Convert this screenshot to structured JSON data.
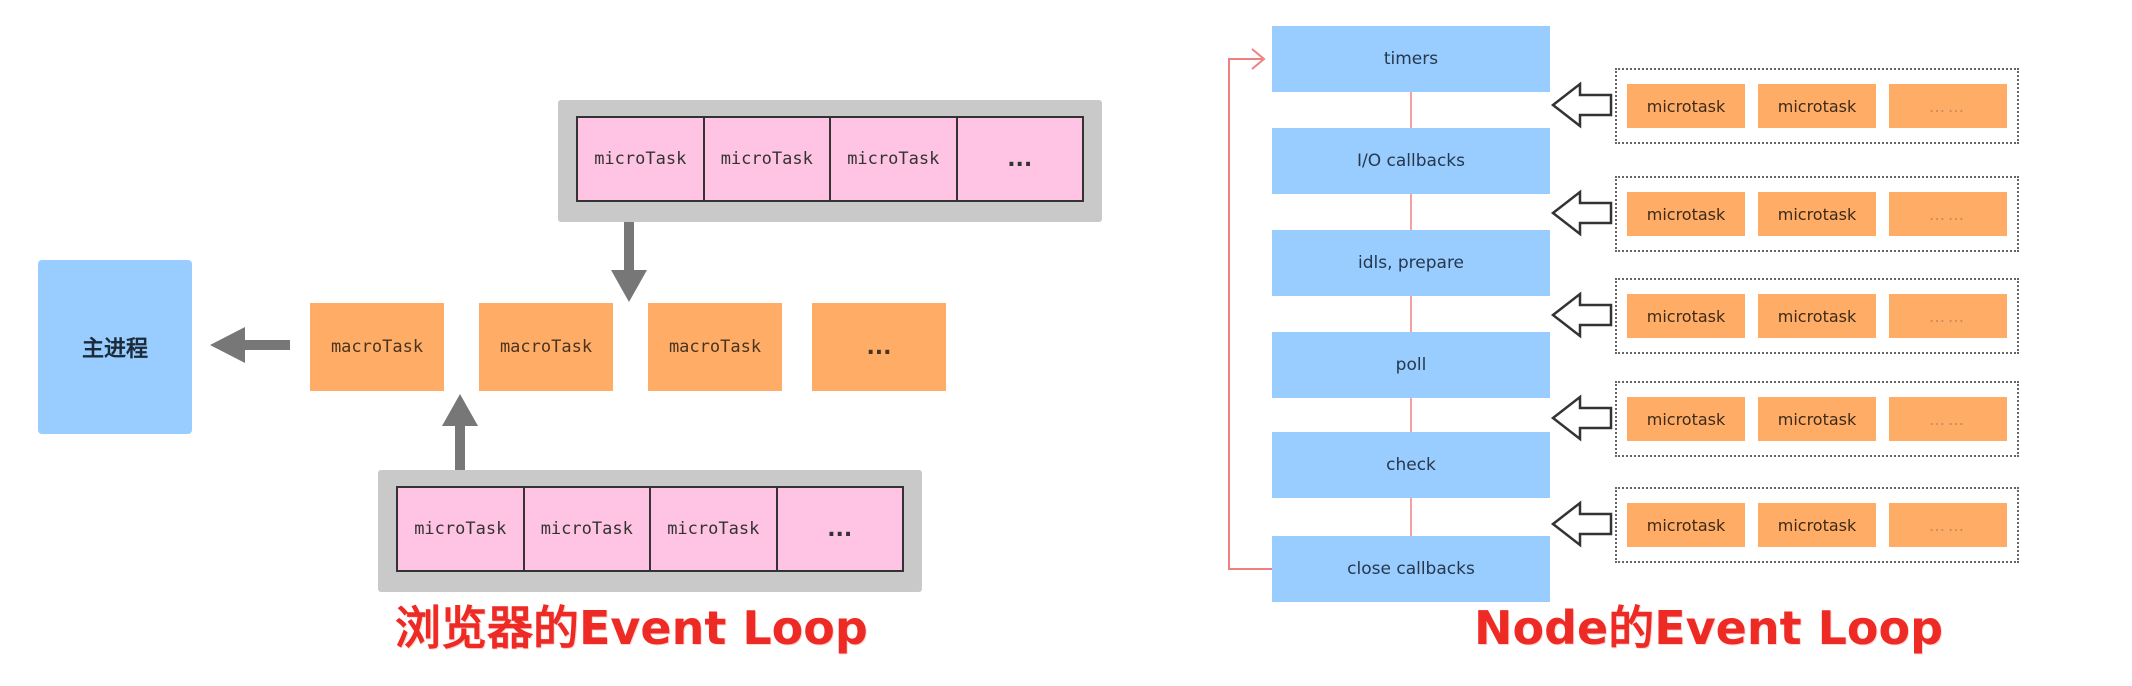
{
  "browser": {
    "main_process": "主进程",
    "macro_tasks": [
      "macroTask",
      "macroTask",
      "macroTask",
      "..."
    ],
    "top_micro_queue": [
      "microTask",
      "microTask",
      "microTask",
      "..."
    ],
    "bottom_micro_queue": [
      "microTask",
      "microTask",
      "microTask",
      "..."
    ],
    "caption": "浏览器的Event Loop"
  },
  "node": {
    "phases": [
      "timers",
      "I/O callbacks",
      "idls, prepare",
      "poll",
      "check",
      "close callbacks"
    ],
    "microtask_queues": [
      [
        "microtask",
        "microtask",
        "……"
      ],
      [
        "microtask",
        "microtask",
        "……"
      ],
      [
        "microtask",
        "microtask",
        "……"
      ],
      [
        "microtask",
        "microtask",
        "……"
      ],
      [
        "microtask",
        "microtask",
        "……"
      ]
    ],
    "caption": "Node的Event Loop"
  },
  "colors": {
    "phase_blue": "#99ccff",
    "macro_orange": "#ffad66",
    "micro_pink": "#ffc4e4",
    "tray_gray": "#c9c9c9",
    "caption_red": "#ee2a24",
    "loop_line": "#f08080"
  }
}
